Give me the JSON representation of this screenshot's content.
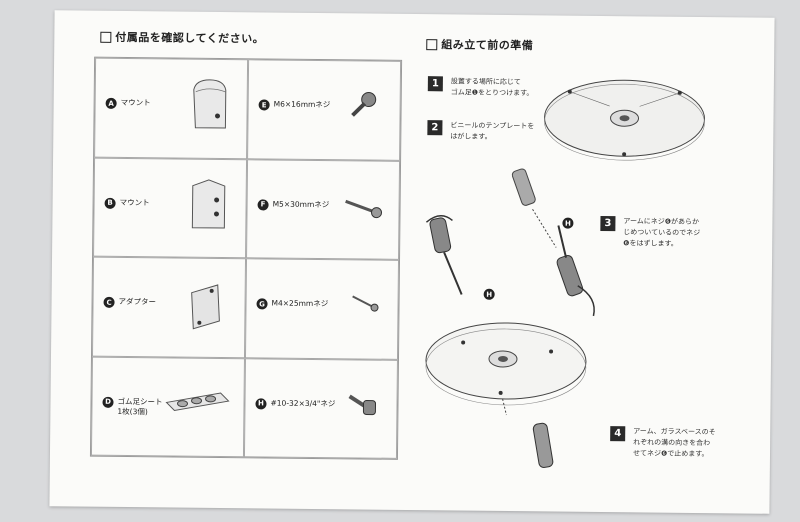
{
  "left_heading": "付属品を確認してください。",
  "right_heading": "組み立て前の準備",
  "parts": [
    {
      "letter": "A",
      "name": "マウント",
      "name2": "",
      "icon": "mount-a-icon"
    },
    {
      "letter": "E",
      "name": "M6×16mmネジ",
      "name2": "",
      "icon": "short-screw-icon"
    },
    {
      "letter": "B",
      "name": "マウント",
      "name2": "",
      "icon": "mount-b-icon"
    },
    {
      "letter": "F",
      "name": "M5×30mmネジ",
      "name2": "",
      "icon": "long-screw-icon"
    },
    {
      "letter": "C",
      "name": "アダプター",
      "name2": "",
      "icon": "adapter-plate-icon"
    },
    {
      "letter": "G",
      "name": "M4×25mmネジ",
      "name2": "",
      "icon": "thin-screw-icon"
    },
    {
      "letter": "D",
      "name": "ゴム足シート",
      "name2": "1枚(3個)",
      "icon": "rubber-feet-sheet-icon"
    },
    {
      "letter": "H",
      "name": "#10-32×3/4\"ネジ",
      "name2": "",
      "icon": "thumb-screw-icon"
    }
  ],
  "steps": [
    {
      "num": "1",
      "line1": "設置する場所に応じて",
      "line2": "ゴム足❶をとりつけます。",
      "line3": ""
    },
    {
      "num": "2",
      "line1": "ビニールのテンプレートを",
      "line2": "はがします。",
      "line3": ""
    },
    {
      "num": "3",
      "line1": "アームにネジ❻があらか",
      "line2": "じめついているのでネジ",
      "line3": "❻をはずします。"
    },
    {
      "num": "4",
      "line1": "アーム、ガラスベースのそ",
      "line2": "れぞれの溝の向きを合わ",
      "line3": "せてネジ❻で止めます。"
    }
  ],
  "callout_letter": "H"
}
